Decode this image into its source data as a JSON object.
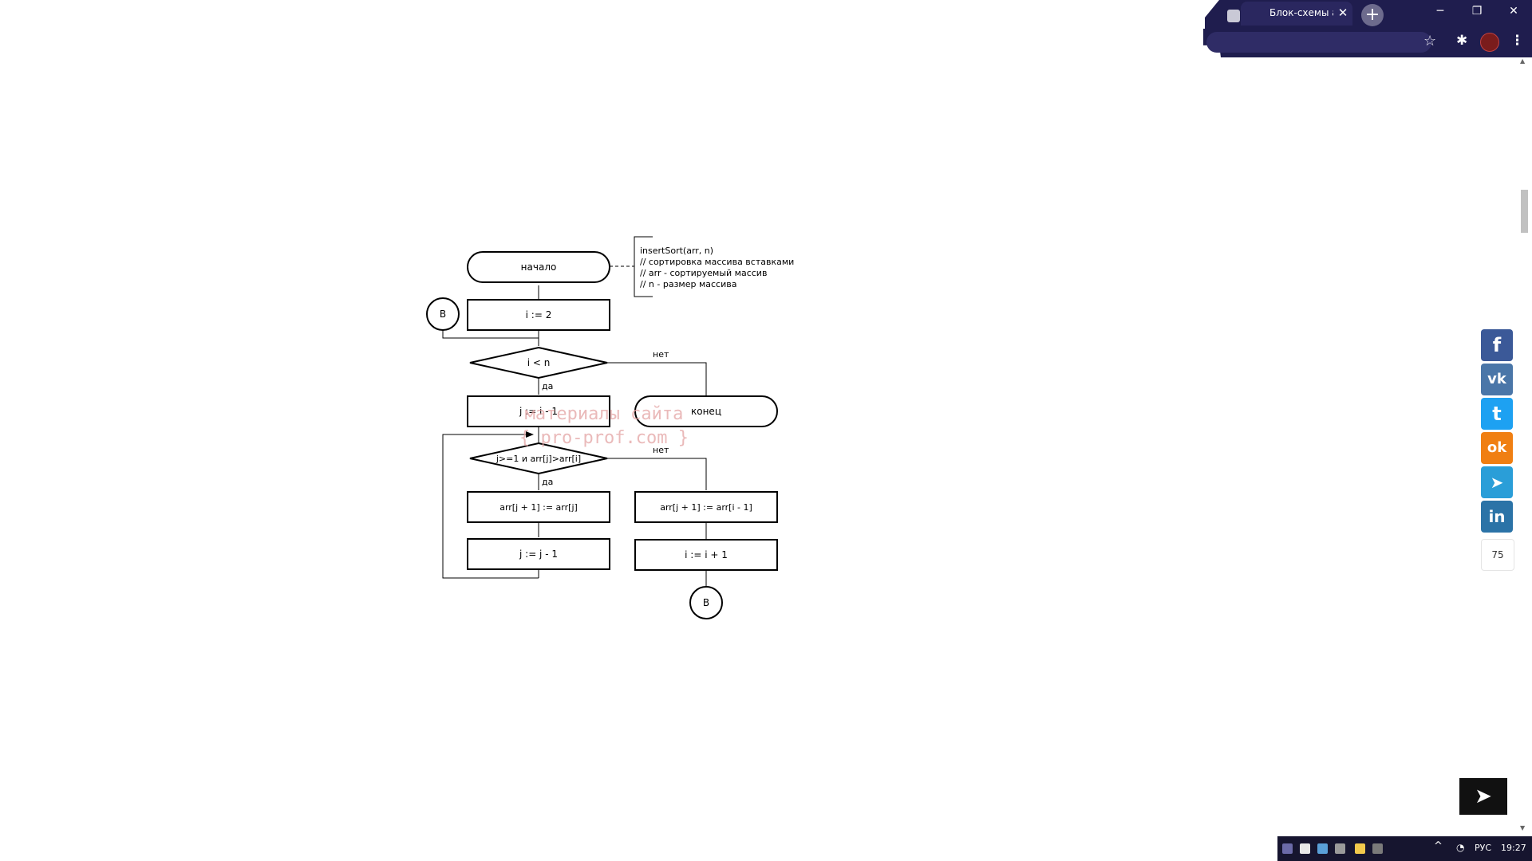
{
  "browser": {
    "tab_title": "Блок-схемы а",
    "tab_close": "✕",
    "new_tab": "+",
    "window_minimize": "─",
    "window_restore": "❐",
    "window_close": "✕",
    "star": "☆",
    "extensions": "✱",
    "menu": "⋮"
  },
  "flowchart": {
    "start": "начало",
    "comment_lines": [
      "insertSort(arr, n)",
      "// сортировка массива вставками",
      "// arr - сортируемый массив",
      "// n - размер массива"
    ],
    "connector_label": "B",
    "init_i": "i := 2",
    "cond_outer": "i < n",
    "no_label": "нет",
    "yes_label": "да",
    "init_j": "j := i - 1",
    "end": "конец",
    "cond_inner": "j>=1 и arr[j]>arr[i]",
    "shift": "arr[j + 1] := arr[j]",
    "insert": "arr[j + 1] := arr[i - 1]",
    "dec_j": "j := j - 1",
    "inc_i": "i := i + 1"
  },
  "watermark": {
    "line1": "материалы сайта",
    "line2": "{ pro-prof.com }"
  },
  "share": {
    "facebook": "f",
    "vk": "vk",
    "twitter": "t",
    "odnoklassniki": "ok",
    "telegram": "➤",
    "linkedin": "in",
    "count": "75"
  },
  "back_to_top": "➤",
  "taskbar": {
    "tray_up": "^",
    "language": "РУС",
    "clock": "19:27"
  }
}
